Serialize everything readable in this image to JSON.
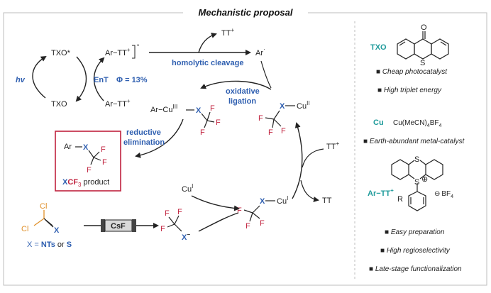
{
  "title": "Mechanistic proposal",
  "colors": {
    "blue": "#2f5fb0",
    "red": "#c0213d",
    "teal": "#1f9b9b",
    "orange": "#e0902a",
    "border": "#c0213d"
  },
  "cycle1": {
    "txo_star": "TXO*",
    "txo": "TXO",
    "hv": "hv",
    "ent": "EnT",
    "phi": "Φ = 13%",
    "ar_tt_star_pre": "Ar−TT",
    "ar_tt_star_sup": "+",
    "ar_tt_star_star": "*",
    "ar_tt_pre": "Ar−TT",
    "ar_tt_sup": "+"
  },
  "cleavage": {
    "tt_plus": "TT",
    "tt_plus_sup": "+",
    "label": "homolytic cleavage",
    "ar_radical": "Ar",
    "ar_dot": "·"
  },
  "cycle2": {
    "oxidative": "oxidative",
    "ligation": "ligation",
    "reductive": "reductive",
    "elimination": "elimination",
    "ar_cu3_pre": "Ar−Cu",
    "ar_cu3_sup": "III",
    "x": "X",
    "f": "F",
    "cu2": "Cu",
    "cu2_sup": "II",
    "cu1": "Cu",
    "cu1_sup": "I",
    "cu1_free": "Cu",
    "cu1_free_sup": "I",
    "tt_plus": "TT",
    "tt_plus_sup": "+",
    "tt": "TT"
  },
  "product": {
    "ar": "Ar",
    "x": "X",
    "f": "F",
    "label_x": "X",
    "label_cf": "CF",
    "label_sub": "3",
    "label_rest": " product"
  },
  "reagents": {
    "cl": "Cl",
    "x": "X",
    "x_eq_1": "X = ",
    "x_nts": "NTs",
    "x_or": " or ",
    "x_s": "S",
    "csf": "CsF",
    "x_minus": "X",
    "minus": "−",
    "f": "F"
  },
  "side": {
    "txo_label": "TXO",
    "txo_o": "O",
    "txo_s": "S",
    "txo_bullets": [
      "Cheap photocatalyst",
      "High triplet energy"
    ],
    "cu_label": "Cu",
    "cu_formula_pre": "Cu(MeCN)",
    "cu_formula_sub": "4",
    "cu_formula_post": "BF",
    "cu_formula_sub2": "4",
    "cu_bullet": "Earth-abundant metal-catalyst",
    "artt_label": "Ar−TT",
    "artt_sup": "+",
    "artt_s1": "S",
    "artt_s2": "S",
    "artt_plus": "⊕",
    "artt_r": "R",
    "bf4_minus": "⊖",
    "bf4": "BF",
    "bf4_sub": "4",
    "artt_bullets": [
      "Easy preparation",
      "High regioselectivity",
      "Late-stage functionalization"
    ]
  }
}
